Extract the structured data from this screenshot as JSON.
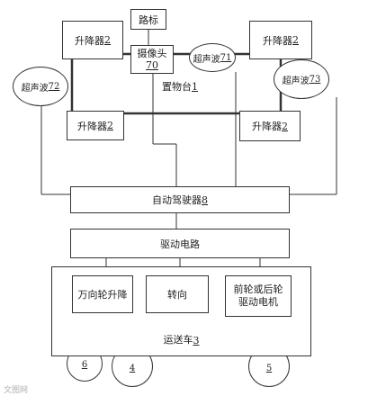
{
  "nodes": {
    "road_sign": "路标",
    "camera": {
      "text": "摄像头",
      "num": "70"
    },
    "lift_tl": {
      "text": "升降器",
      "num": "2"
    },
    "lift_tr": {
      "text": "升降器",
      "num": "2"
    },
    "lift_bl": {
      "text": "升降器",
      "num": "2"
    },
    "lift_br": {
      "text": "升降器",
      "num": "2"
    },
    "us71": {
      "text": "超声波",
      "num": "71"
    },
    "us72": {
      "text": "超声波",
      "num": "72"
    },
    "us73": {
      "text": "超声波",
      "num": "73"
    },
    "platform": {
      "text": "置物台",
      "num": "1"
    },
    "autopilot": {
      "text": "自动驾驶器",
      "num": "8"
    },
    "drive_circuit": "驱动电路",
    "caster_lift": "万向轮升降",
    "steering": "转向",
    "motor": {
      "line1": "前轮或后轮",
      "line2": "驱动电机"
    },
    "vehicle": {
      "text": "运送车",
      "num": "3"
    },
    "wheel4": "4",
    "wheel5": "5",
    "wheel6": "6"
  },
  "watermark": "文图网"
}
